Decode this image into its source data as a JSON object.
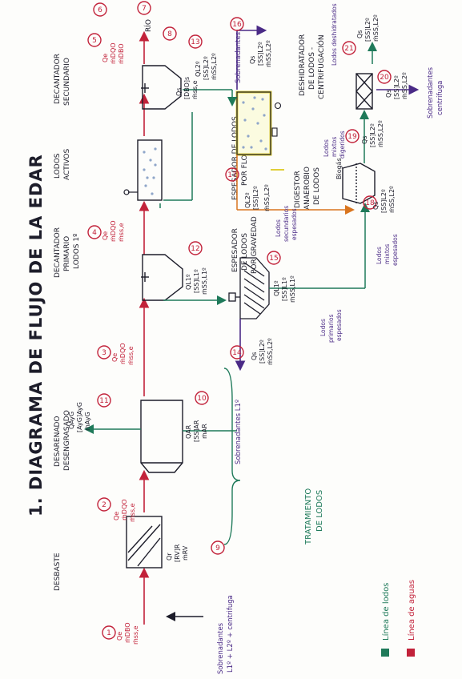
{
  "title": "1. DIAGRAMA DE FLUJO DE LA EDAR",
  "stages": {
    "desbaste": "DESBASTE",
    "desarenado_1": "DESARENADO",
    "desarenado_2": "DESENGRASADO",
    "decantador_primario_1": "DECANTADOR",
    "decantador_primario_2": "PRIMARIO",
    "decantador_primario_3": "LODOS 1º",
    "lodos_activos_1": "LODOS",
    "lodos_activos_2": "ACTIVOS",
    "decantador_secundario_1": "DECANTADOR",
    "decantador_secundario_2": "SECUNDARIO",
    "espesador_gravedad_1": "ESPESADOR",
    "espesador_gravedad_2": "DE LODOS",
    "espesador_gravedad_3": "POR GRAVEDAD",
    "espesador_flotacion_1": "ESPESADOR DE LODOS",
    "espesador_flotacion_2": "POR FLOTACIÓN",
    "digestor_1": "DIGESTOR",
    "digestor_2": "ANAEROBIO",
    "digestor_3": "DE LODOS",
    "deshidratador_1": "DESHIDRATADOR",
    "deshidratador_2": "DE LODOS -",
    "deshidratador_3": "CENTRIFUGACIÓN"
  },
  "points": [
    "1",
    "2",
    "3",
    "4",
    "5",
    "6",
    "7",
    "8",
    "9",
    "10",
    "11",
    "12",
    "13",
    "14",
    "15",
    "16",
    "17",
    "18",
    "19",
    "20",
    "21"
  ],
  "labels": {
    "qe": "Qe",
    "me": "ṁe",
    "mdbo": "ṁDBO",
    "mdqo": "ṁDQO",
    "msse": "ṁss,e",
    "qr": "Qr",
    "rv": "[RV]R",
    "mrv": "ṁRV",
    "qar": "QAR",
    "ssar": "[SS]AR",
    "mar": "ṁAR",
    "qayg": "QAyG",
    "ayg": "[AyG]AyG",
    "mayg": "ṁAyG",
    "ql1": "QL1º",
    "ssl1": "[SS]L1º",
    "mssl1": "ṁSS,L1º",
    "qs": "Qs",
    "ssl2": "[SS]L2º",
    "mssl2": "ṁSS,L2º",
    "dbo": "[DBO]s",
    "mrio": "ṁss,e",
    "ql2": "QL2º",
    "rio": "RÍO",
    "sobrenadantes": "Sobrenadantes",
    "sobrenadantes_l1": "Sobrenadantes L1º",
    "sobrenadantes_inlet_1": "Sobrenadantes",
    "sobrenadantes_inlet_2": "L1º + L2º + centrifuga",
    "sobrenadantes_cent_1": "Sobrenadantes",
    "sobrenadantes_cent_2": "centrifuga",
    "lodos_primarios_1": "Lodos",
    "lodos_primarios_2": "primarios",
    "lodos_primarios_3": "espesados",
    "lodos_secundarios_1": "Lodos",
    "lodos_secundarios_2": "secundarios",
    "lodos_secundarios_3": "espesados",
    "lodos_mixtos_1": "Lodos",
    "lodos_mixtos_2": "mixtos",
    "lodos_mixtos_3": "espesados",
    "lodos_mixtos_dig_1": "Lodos",
    "lodos_mixtos_dig_2": "mixtos",
    "lodos_mixtos_dig_3": "digeridos",
    "biogas": "Biogás",
    "lodos_deshidratados": "Lodos deshidratados",
    "tratamiento_1": "TRATAMIENTO",
    "tratamiento_2": "DE LODOS"
  },
  "legend": {
    "lodos": "Línea de lodos",
    "aguas": "Línea de aguas"
  },
  "colors": {
    "lodos": "#1f7a5a",
    "aguas": "#c2223a",
    "sobrenadante": "#4a2a86",
    "lodo_secundario": "#d9751e",
    "ink": "#1d1d2a"
  }
}
